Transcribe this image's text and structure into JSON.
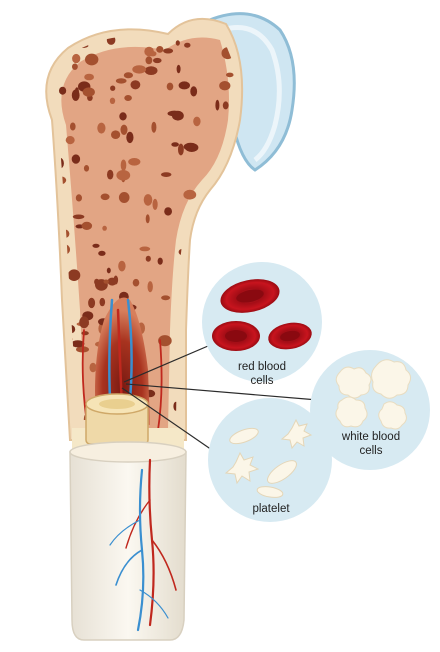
{
  "labels": {
    "red": "red blood\ncells",
    "white": "white blood\ncells",
    "platelet": "platelet"
  },
  "colors": {
    "cartilage": "#cfe6f2",
    "bone_outer": "#f2dcbc",
    "spongy": "#e2a584",
    "marrow_dark": "#8e2418",
    "rbc": "#c0121a",
    "bubble": "#d7eaf2",
    "artery": "#c0281e",
    "vein": "#3a8fd0"
  }
}
